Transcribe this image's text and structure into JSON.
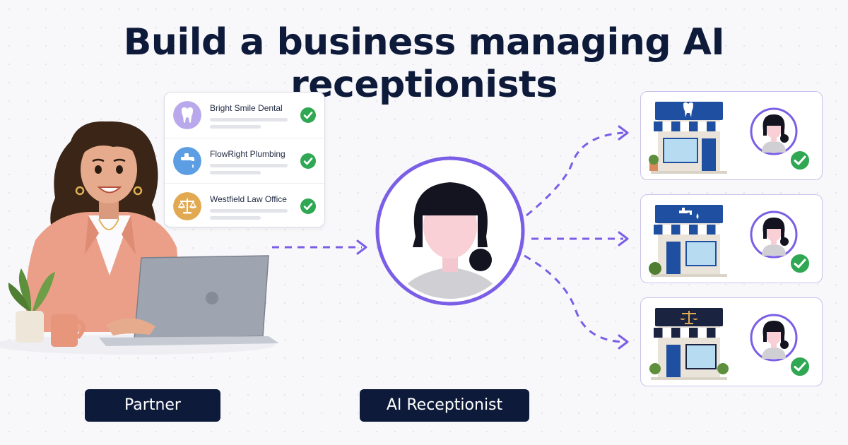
{
  "header": {
    "title": "Build a business managing AI receptionists"
  },
  "clients": [
    {
      "name": "Bright Smile Dental",
      "icon": "tooth-icon",
      "color": "#b9a9ec"
    },
    {
      "name": "FlowRight Plumbing",
      "icon": "faucet-icon",
      "color": "#5d9de3"
    },
    {
      "name": "Westfield Law Office",
      "icon": "scales-icon",
      "color": "#e1aa52"
    }
  ],
  "labels": {
    "partner": "Partner",
    "receptionist": "AI Receptionist"
  },
  "colors": {
    "accent": "#7b5ee6",
    "dark": "#0e1a3a",
    "check": "#2fa753",
    "storefront": "#1f4fa0"
  },
  "businesses": [
    {
      "icon": "dental-storefront-icon",
      "status": "check-icon"
    },
    {
      "icon": "plumbing-storefront-icon",
      "status": "check-icon"
    },
    {
      "icon": "law-office-storefront-icon",
      "status": "check-icon"
    }
  ]
}
